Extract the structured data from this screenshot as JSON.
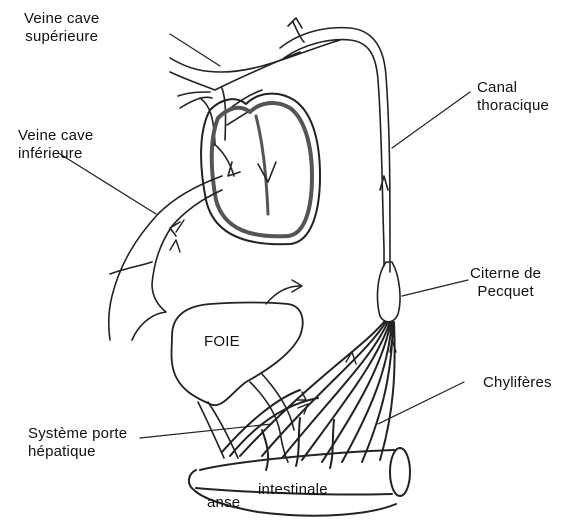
{
  "labels": {
    "veine_cave_superieure": [
      "Veine cave",
      "supérieure"
    ],
    "veine_cave_inferieure": [
      "Veine cave",
      "inférieure"
    ],
    "canal_thoracique": [
      "Canal",
      "thoracique"
    ],
    "citerne_de_pecquet": [
      "Citerne de",
      "Pecquet"
    ],
    "chyliferes": "Chylifères",
    "systeme_porte_hepatique": [
      "Système porte",
      "hépatique"
    ],
    "foie": "FOIE",
    "anse": "anse",
    "intestinale": "intestinale"
  },
  "colors": {
    "line": "#222222",
    "fill": "#ffffff",
    "heart_wall": "#555555"
  }
}
